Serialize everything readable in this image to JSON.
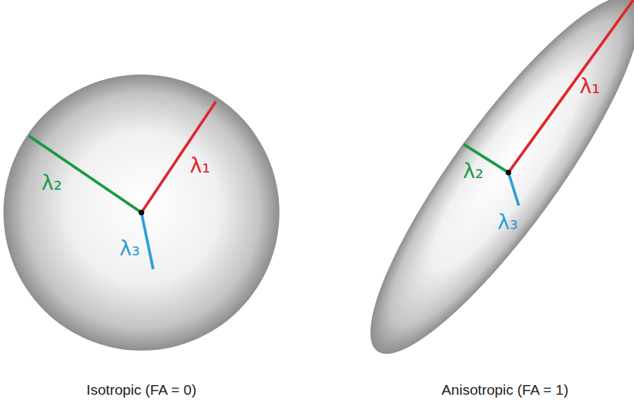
{
  "diagram": {
    "nodes": [
      {
        "text": [
          "λ₁",
          "λ₂",
          "λ₃"
        ]
      },
      {
        "text": [
          "λ₁",
          "λ₂",
          "λ₃"
        ]
      }
    ],
    "labels": [
      "Isotropic (FA = 0)",
      "Anisotropic (FA = 1)"
    ]
  }
}
